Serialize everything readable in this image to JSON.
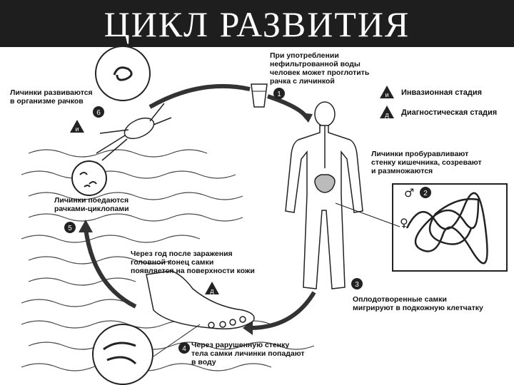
{
  "title": "ЦИКЛ РАЗВИТИЯ",
  "legend": {
    "invasive": {
      "badge": "и",
      "label": "Инвазионная стадия"
    },
    "diagnostic": {
      "badge": "д",
      "label": "Диагностическая стадия"
    }
  },
  "steps": [
    {
      "num": "1",
      "text": "При употреблении\nнефильтрованной воды\nчеловек может проглотить\nрачка с личинкой"
    },
    {
      "num": "2",
      "text": "Личинки пробуравливают\nстенку кишечника, созревают\nи размножаются"
    },
    {
      "num": "3",
      "text": "Оплодотворенные самки\nмигрируют в подкожную клетчатку"
    },
    {
      "num": "4",
      "text": "Через рарушенную стенку\nтела самки личинки попадают\nв воду"
    },
    {
      "num": "5",
      "text": "Личинки поедаются\nрачками-циклопами"
    },
    {
      "num": "6",
      "text": "Личинки развиваются\nв организме рачков"
    }
  ],
  "skin_note": "Через год после заражения\nголовной конец самки\nпоявляется на поверхности кожи",
  "badges": {
    "invasive": "и",
    "diagnostic": "д",
    "male": "♂",
    "female": "♀"
  }
}
